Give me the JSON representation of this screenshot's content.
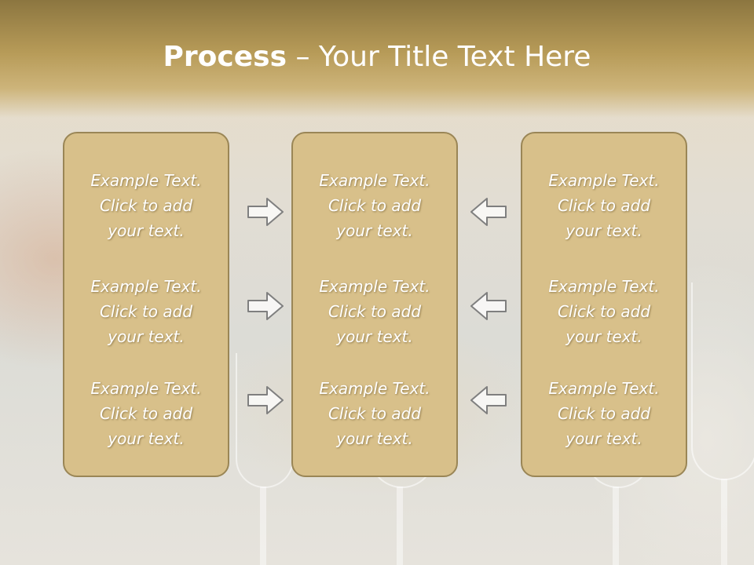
{
  "title": {
    "bold": "Process",
    "dash": " – ",
    "rest": "Your Title Text Here"
  },
  "panels": [
    {
      "cells": [
        {
          "line1": "Example Text.",
          "line2": "Click  to add",
          "line3": "your text."
        },
        {
          "line1": "Example Text.",
          "line2": "Click  to add",
          "line3": "your text."
        },
        {
          "line1": "Example Text.",
          "line2": "Click  to add",
          "line3": "your text."
        }
      ]
    },
    {
      "cells": [
        {
          "line1": "Example Text.",
          "line2": "Click  to add",
          "line3": "your text."
        },
        {
          "line1": "Example Text.",
          "line2": "Click  to add",
          "line3": "your text."
        },
        {
          "line1": "Example Text.",
          "line2": "Click  to add",
          "line3": "your text."
        }
      ]
    },
    {
      "cells": [
        {
          "line1": "Example Text.",
          "line2": "Click  to add",
          "line3": "your text."
        },
        {
          "line1": "Example Text.",
          "line2": "Click  to add",
          "line3": "your text."
        },
        {
          "line1": "Example Text.",
          "line2": "Click  to add",
          "line3": "your text."
        }
      ]
    }
  ],
  "arrows": {
    "left_group": "arrow-right-icon",
    "right_group": "arrow-left-icon"
  },
  "colors": {
    "panel_fill": "#d8c08a",
    "panel_border": "#9a8656",
    "title_band": "#b79b58",
    "text": "#ffffff"
  }
}
